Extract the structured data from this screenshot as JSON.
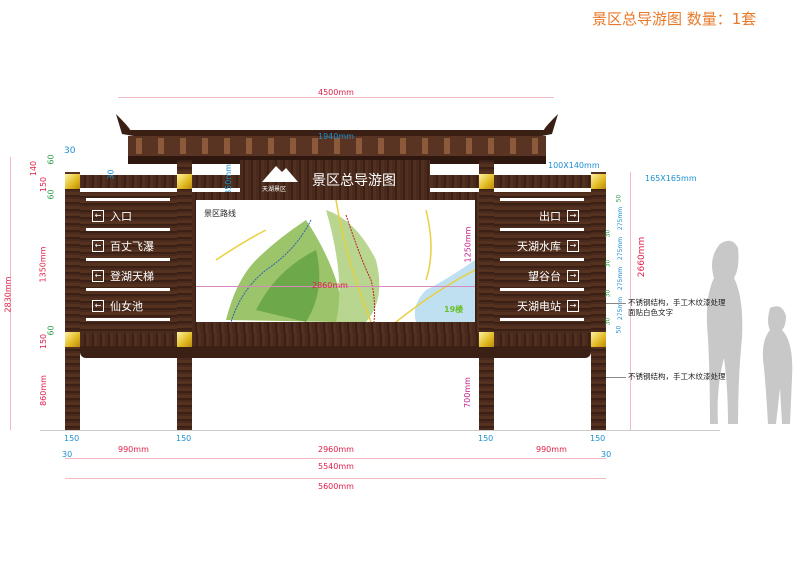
{
  "title": "景区总导游图 数量：1套",
  "header_board": {
    "title": "景区总导游图",
    "logo_text": "天湖景区"
  },
  "map": {
    "label": "景区路线",
    "brand": "19楼"
  },
  "left_sign": {
    "items": [
      {
        "label": "入口",
        "icon": "arrow-left-icon"
      },
      {
        "label": "百丈飞瀑",
        "icon": "arrow-left-icon"
      },
      {
        "label": "登湖天梯",
        "icon": "arrow-left-icon"
      },
      {
        "label": "仙女池",
        "icon": "arrow-left-icon"
      }
    ]
  },
  "right_sign": {
    "items": [
      {
        "label": "出口",
        "icon": "arrow-right-icon"
      },
      {
        "label": "天湖水库",
        "icon": "arrow-right-icon"
      },
      {
        "label": "望谷台",
        "icon": "arrow-right-icon"
      },
      {
        "label": "天湖电站",
        "icon": "arrow-right-icon"
      }
    ]
  },
  "dimensions": {
    "total_roof": "4500mm",
    "header_width": "1940mm",
    "header_height": "350mm",
    "map_height": "1250mm",
    "map_width": "2860mm",
    "leg_clear": "700mm",
    "overall_height": "2830mm",
    "left_stack": [
      "60",
      "140",
      "150",
      "60",
      "1350mm",
      "60",
      "150",
      "860mm"
    ],
    "top_30_a": "30",
    "top_30_b": "30",
    "post_size": "100X140mm",
    "cap_size": "165X165mm",
    "right_height": "2660mm",
    "right_small": [
      "50",
      "275mm",
      "30",
      "275mm",
      "30",
      "275mm",
      "30",
      "275mm",
      "30",
      "50"
    ],
    "bottom_row": [
      "150",
      "990mm",
      "150",
      "2960mm",
      "150",
      "990mm",
      "150"
    ],
    "bottom_30_left": "30",
    "bottom_30_right": "30",
    "inner_width": "5540mm",
    "outer_width": "5600mm"
  },
  "notes": {
    "sign_note_1": "不锈钢结构，手工木纹漆处理",
    "sign_note_2": "面贴白色文字",
    "post_note": "不锈钢结构，手工木纹漆处理"
  },
  "colors": {
    "title": "#e8792a",
    "wood": "#4a2a1c",
    "gold": "#e0b820",
    "dim_red": "#e0204a",
    "dim_blue": "#1c8fd0"
  }
}
